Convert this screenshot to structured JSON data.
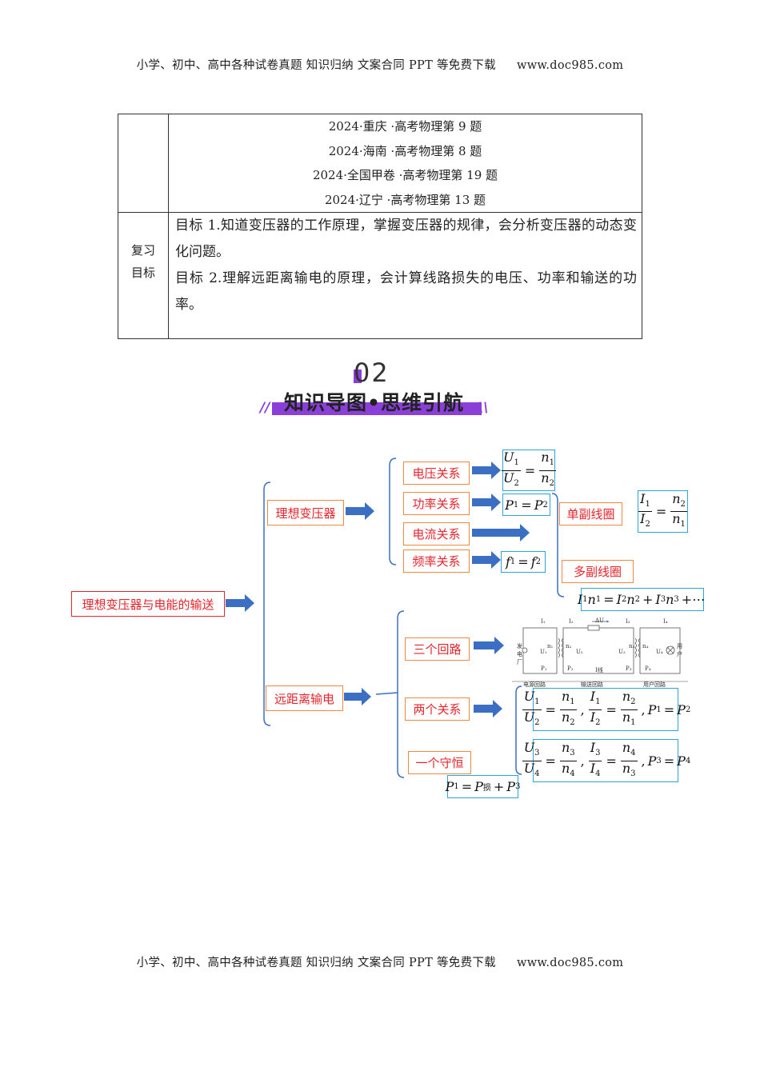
{
  "header": {
    "text": "小学、初中、高中各种试卷真题  知识归纳  文案合同  PPT 等免费下载",
    "site": "www.doc985.com"
  },
  "footer": {
    "text": "小学、初中、高中各种试卷真题  知识归纳  文案合同  PPT 等免费下载",
    "site": "www.doc985.com"
  },
  "exam_sources": [
    "2024·重庆  ·高考物理第 9 题",
    "2024·海南  ·高考物理第 8 题",
    "2024·全国甲卷  ·高考物理第 19 题",
    "2024·辽宁  ·高考物理第 13 题"
  ],
  "review": {
    "label_line1": "复习",
    "label_line2": "目标",
    "goal1": "目标 1.知道变压器的工作原理，掌握变压器的规律，会分析变压器的动态变化问题。",
    "goal2": "目标 2.理解远距离输电的原理，会计算线路损失的电压、功率和输送的功率。"
  },
  "section": {
    "number": "02",
    "title": "知识导图•思维引航"
  },
  "mindmap": {
    "root": "理想变压器与电能的输送",
    "transformer": {
      "label": "理想变压器",
      "voltage": "电压关系",
      "power": "功率关系",
      "current": "电流关系",
      "frequency": "频率关系",
      "single_coil": "单副线圈",
      "multi_coil": "多副线圈"
    },
    "transmission": {
      "label": "远距离输电",
      "three_loops": "三个回路",
      "two_relations": "两个关系",
      "one_conservation": "一个守恒"
    },
    "circuit_labels": {
      "source_loop": "电源回路",
      "transmission_loop": "输送回路",
      "user_loop": "用户回路",
      "generator": "发电厂",
      "user": "用户",
      "delta_u": "ΔU"
    }
  }
}
